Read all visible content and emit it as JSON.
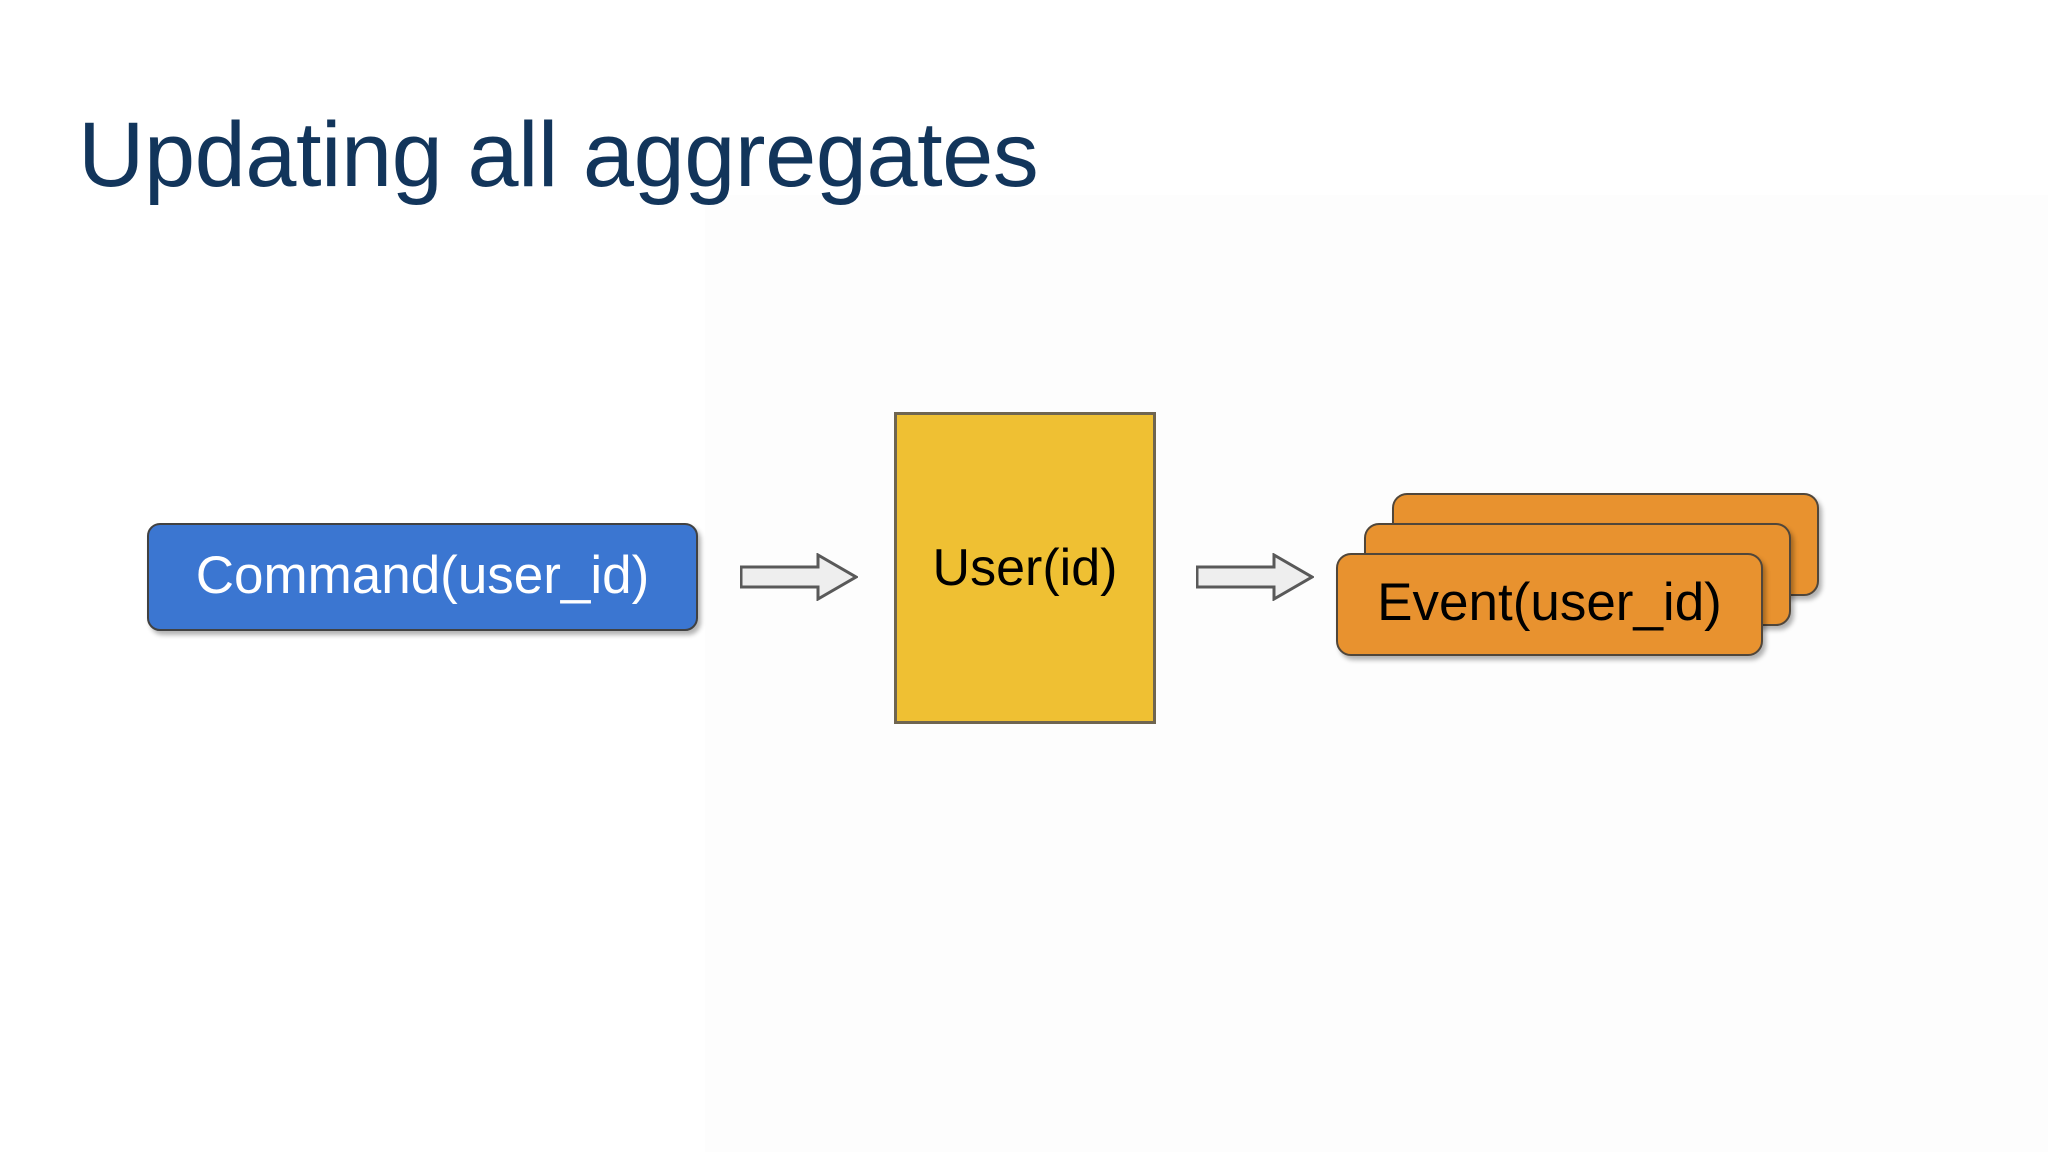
{
  "slide": {
    "title": "Updating all aggregates",
    "background_color": "#ffffff",
    "title_color": "#12355B"
  },
  "diagram": {
    "type": "flow",
    "direction": "left-to-right",
    "nodes": [
      {
        "id": "command",
        "label": "Command(user_id)",
        "shape": "rounded-rectangle",
        "fill": "#3B76D1",
        "border": "#414141",
        "text_color": "#ffffff"
      },
      {
        "id": "user",
        "label": "User(id)",
        "shape": "rectangle",
        "fill": "#EFC033",
        "border": "#6F6550",
        "text_color": "#000000"
      },
      {
        "id": "events",
        "label": "Event(user_id)",
        "shape": "stacked-rounded-rectangle",
        "stack_count": 3,
        "fill": "#E8922F",
        "border": "#50463A",
        "text_color": "#000000"
      }
    ],
    "arrows": [
      {
        "id": "command-to-user",
        "from": "command",
        "to": "user",
        "style": "block-arrow",
        "fill": "#EEEEEE",
        "border": "#595959"
      },
      {
        "id": "user-to-events",
        "from": "user",
        "to": "events",
        "style": "block-arrow",
        "fill": "#EEEEEE",
        "border": "#595959"
      }
    ]
  }
}
